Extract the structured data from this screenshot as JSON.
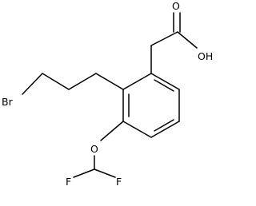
{
  "molecule": {
    "atoms": {
      "oxygen_carbonyl": "O",
      "hydroxyl": "OH",
      "bromine": "Br",
      "ether_oxygen": "O",
      "fluorine_left": "F",
      "fluorine_right": "F"
    }
  },
  "colors": {
    "bond": "#000000",
    "background": "#ffffff"
  }
}
